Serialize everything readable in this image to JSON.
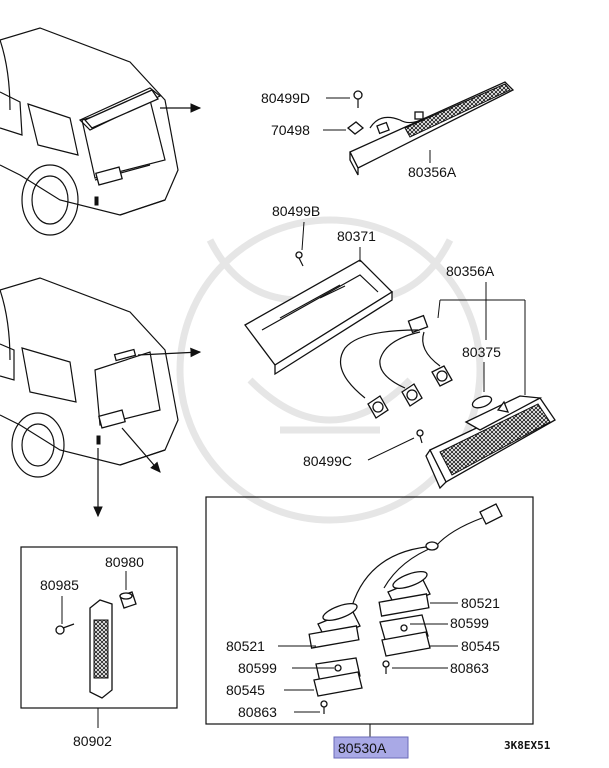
{
  "labels": {
    "top_screw": "80499D",
    "top_clip": "70498",
    "top_lamp": "80356A",
    "mid_screw": "80499B",
    "mid_cover": "80371",
    "mid_lamp": "80356A",
    "socket": "80375",
    "mid_screw2": "80499C",
    "reflector_bolt": "80980",
    "reflector_screw": "80985",
    "reflector": "80902",
    "lic_lamp_l": "80521",
    "lic_lamp_r": "80521",
    "lic_pad_l": "80599",
    "lic_pad_r": "80599",
    "lic_lens_l": "80545",
    "lic_lens_r": "80545",
    "lic_screw_l": "80863",
    "lic_screw_r": "80863",
    "assembly": "80530A",
    "diagram_code": "3K8EX51"
  },
  "colors": {
    "highlight": "#a9a9e6",
    "ink": "#111111",
    "watermark": "#e6e6e6"
  }
}
